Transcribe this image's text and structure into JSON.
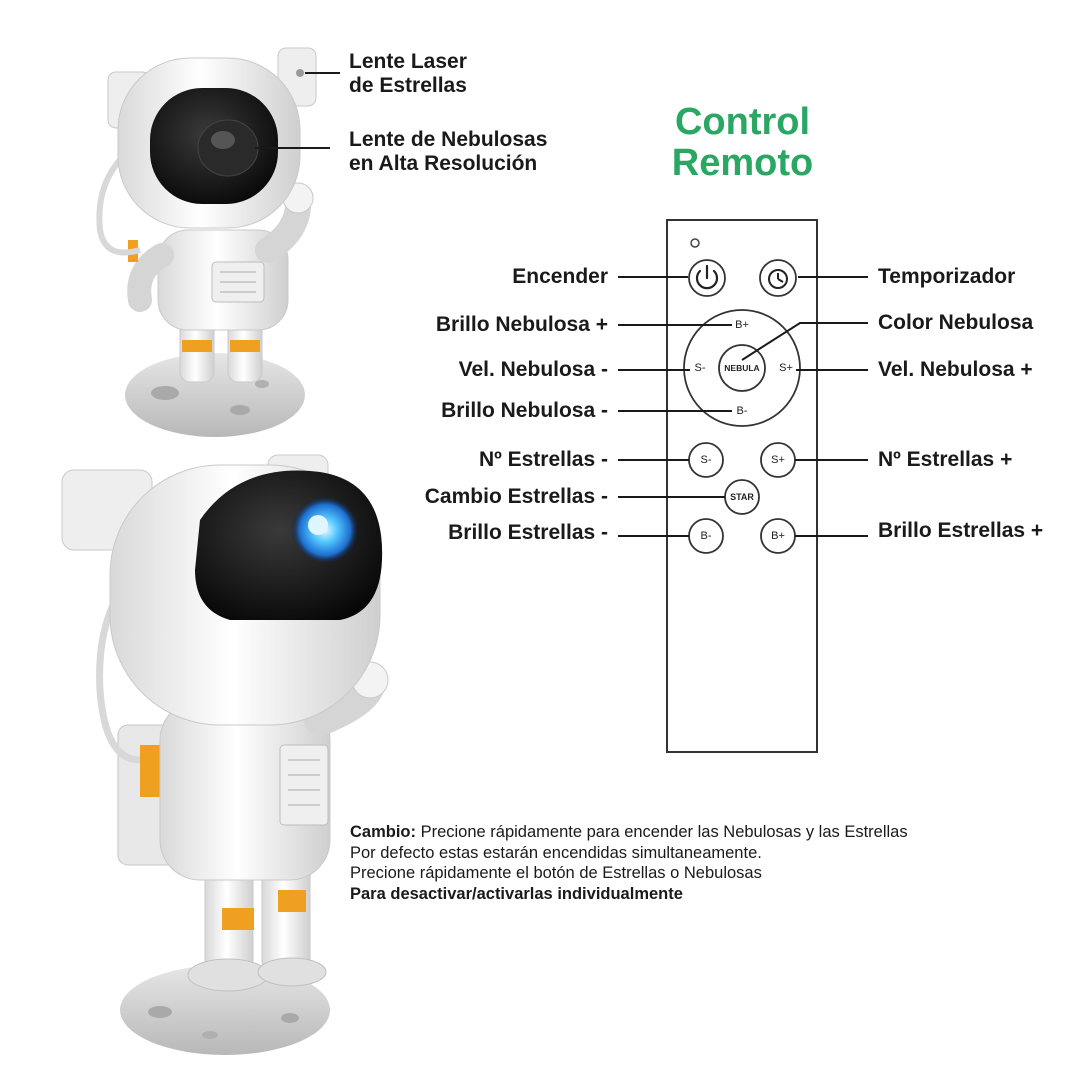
{
  "lens_labels": {
    "star_laser": [
      "Lente Laser",
      "de Estrellas"
    ],
    "nebula_lens": [
      "Lente de Nebulosas",
      "en Alta Resolución"
    ]
  },
  "title": [
    "Control",
    "Remoto"
  ],
  "remote_labels": {
    "power": "Encender",
    "timer": "Temporizador",
    "nebula_brightness_up": "Brillo Nebulosa +",
    "nebula_color": "Color Nebulosa",
    "nebula_speed_down": "Vel. Nebulosa -",
    "nebula_speed_up": "Vel. Nebulosa +",
    "nebula_brightness_down": "Brillo Nebulosa -",
    "stars_count_down": "Nº Estrellas -",
    "stars_count_up": "Nº Estrellas +",
    "stars_change": "Cambio Estrellas -",
    "stars_brightness_down": "Brillo Estrellas -",
    "stars_brightness_up": "Brillo Estrellas +"
  },
  "remote_buttons": {
    "dpad_up": "B+",
    "dpad_down": "B-",
    "dpad_left": "S-",
    "dpad_right": "S+",
    "center": "NEBULA",
    "stars_speed_down": "S-",
    "stars_speed_up": "S+",
    "star": "STAR",
    "stars_bright_down": "B-",
    "stars_bright_up": "B+"
  },
  "note": {
    "bold_prefix": "Cambio:",
    "line1": " Precione rápidamente para encender las Nebulosas y las Estrellas",
    "line2": "Por defecto estas estarán encendidas simultaneamente.",
    "line3": "Precione rápidamente el botón de Estrellas o Nebulosas",
    "line4": "Para desactivar/activarlas individualmente"
  },
  "colors": {
    "title_green": "#2aa763",
    "text": "#1a1a1a",
    "orange_accent": "#f0a020",
    "nebula_blue": "#3ab8ff"
  }
}
